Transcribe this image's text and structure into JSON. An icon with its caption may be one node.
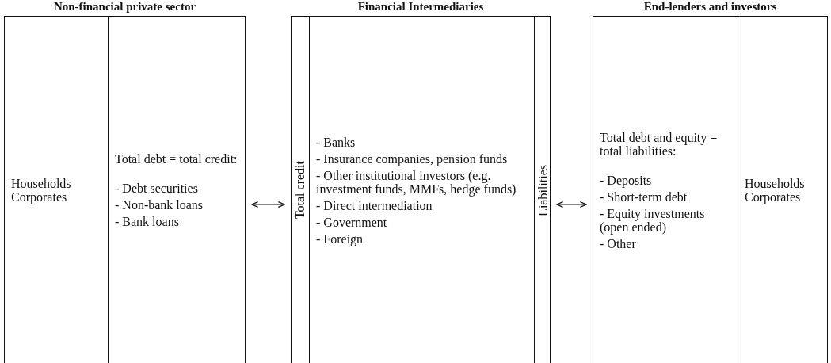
{
  "diagram": {
    "nodes": [
      {
        "text": [
          "Non-financial private sector"
        ]
      },
      {
        "text": [
          "Households Corporates"
        ],
        "in": 0
      },
      {
        "text": [
          "Total debt = total credit:",
          "- Debt securities",
          "- Non-bank loans",
          "- Bank loans"
        ],
        "in": 0
      },
      {
        "text": [
          "Financial Intermediaries"
        ]
      },
      {
        "text": [
          "Total credit"
        ],
        "in": 3
      },
      {
        "text": [
          "- Banks",
          "- Insurance companies, pension funds",
          "- Other institutional investors (e.g. investment funds, MMFs, hedge funds)",
          "- Direct intermediation",
          "- Government",
          "- Foreign"
        ],
        "in": 3
      },
      {
        "text": [
          "Liabilities"
        ],
        "in": 3
      },
      {
        "text": [
          "End-lenders and investors"
        ]
      },
      {
        "text": [
          "Total debt and equity = total liabilities:",
          "- Deposits",
          "- Short-term debt",
          "- Equity investments (open ended)",
          "- Other"
        ],
        "in": 7
      },
      {
        "text": [
          "Households Corporates"
        ],
        "in": 7
      }
    ],
    "edges": [
      {
        "from": 0,
        "to": 3,
        "arrow": "both"
      },
      {
        "from": 3,
        "to": 7,
        "arrow": "both"
      }
    ]
  }
}
